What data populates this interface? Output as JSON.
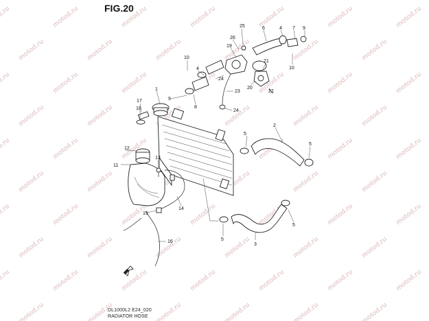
{
  "figure": {
    "title": "FIG.20",
    "model_code": "DL1000L2 E24_020",
    "caption": "RADIATOR HOSE"
  },
  "watermark_text": "motod.ru",
  "callouts": [
    "1",
    "2",
    "3",
    "4",
    "4",
    "5",
    "5",
    "5",
    "5",
    "6",
    "7",
    "8",
    "9",
    "9",
    "10",
    "10",
    "11",
    "12",
    "13",
    "14",
    "15",
    "16",
    "17",
    "18",
    "19",
    "20",
    "21",
    "22",
    "23",
    "24",
    "24",
    "25",
    "26"
  ]
}
